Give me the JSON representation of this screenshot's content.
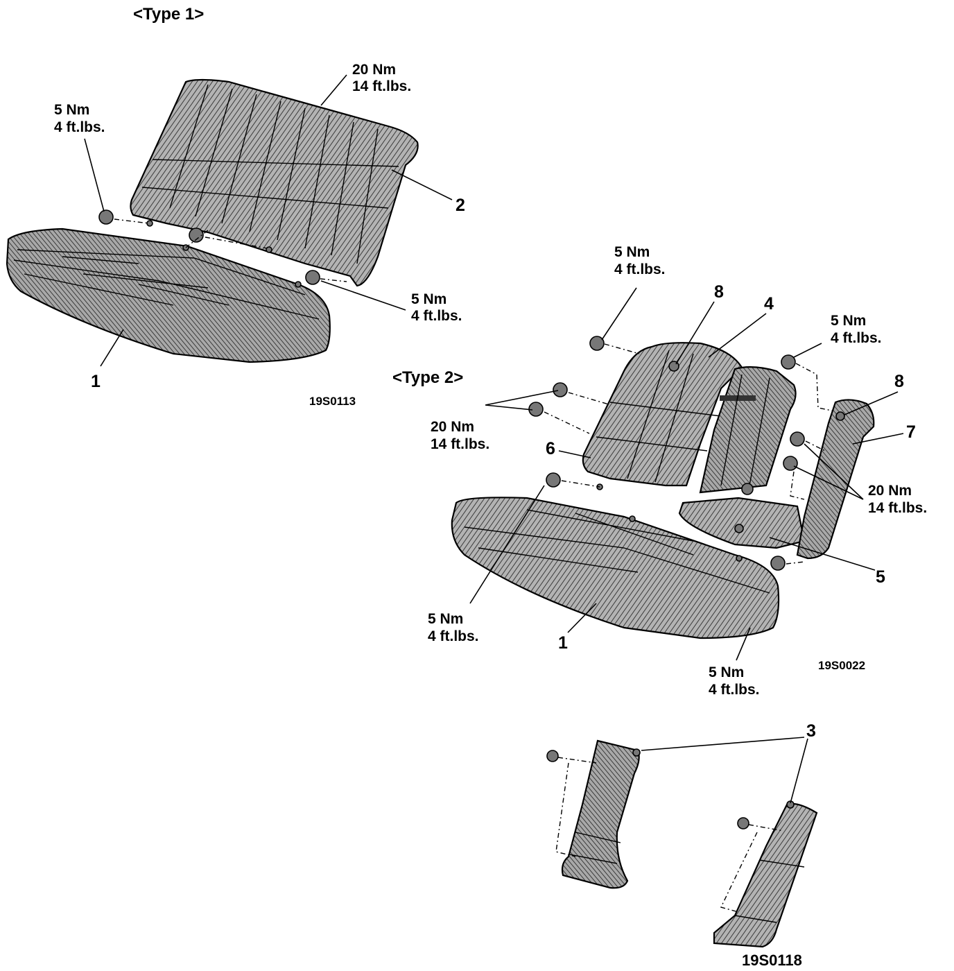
{
  "type1": {
    "title": "<Type 1>",
    "code": "19S0113",
    "torque_back": {
      "nm": "20 Nm",
      "ftlbs": "14 ft.lbs."
    },
    "torque_left": {
      "nm": "5 Nm",
      "ftlbs": "4 ft.lbs."
    },
    "torque_right": {
      "nm": "5 Nm",
      "ftlbs": "4 ft.lbs."
    },
    "part_numbers": {
      "cushion": "1",
      "back": "2"
    }
  },
  "type2": {
    "title": "<Type 2>",
    "code": "19S0022",
    "torque_top": {
      "nm": "5 Nm",
      "ftlbs": "4 ft.lbs."
    },
    "torque_top_right": {
      "nm": "5 Nm",
      "ftlbs": "4 ft.lbs."
    },
    "torque_left_bolts": {
      "nm": "20 Nm",
      "ftlbs": "14 ft.lbs."
    },
    "torque_right_bolts": {
      "nm": "20 Nm",
      "ftlbs": "14 ft.lbs."
    },
    "torque_bottom_left": {
      "nm": "5 Nm",
      "ftlbs": "4 ft.lbs."
    },
    "torque_bottom_right": {
      "nm": "5 Nm",
      "ftlbs": "4 ft.lbs."
    },
    "part_numbers": {
      "cushion": "1",
      "back_main": "4",
      "armrest": "5",
      "left_back": "6",
      "side_bolster": "7",
      "hook_left": "8",
      "hook_right": "8"
    }
  },
  "trim": {
    "code": "19S0118",
    "part_number": "3"
  },
  "colors": {
    "line": "#000000",
    "fill_hatch": "#9a9a9a",
    "background": "#ffffff"
  }
}
